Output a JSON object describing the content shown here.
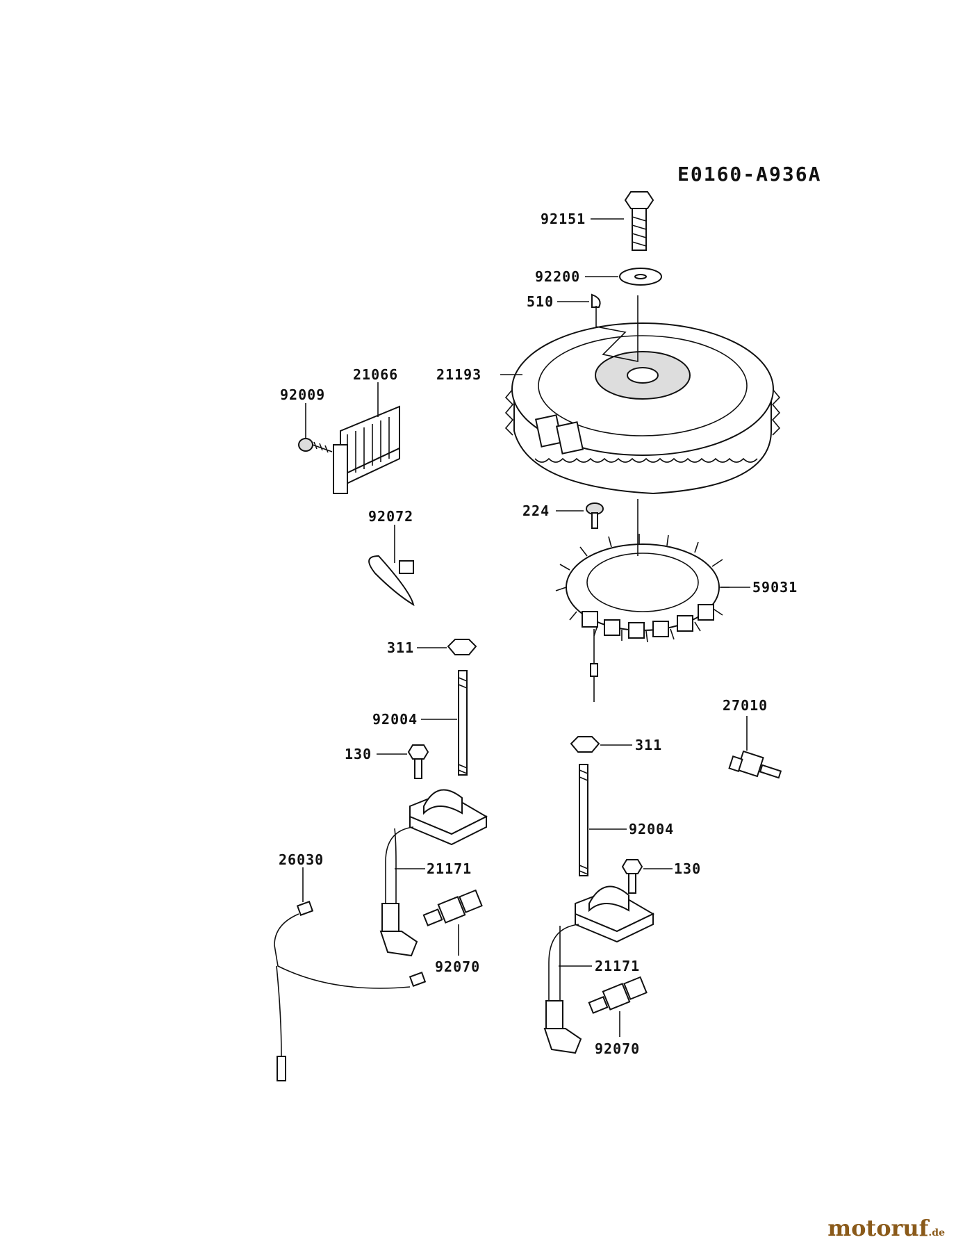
{
  "diagram": {
    "code": "E0160-A936A",
    "parts": [
      {
        "id": "p92151",
        "number": "92151"
      },
      {
        "id": "p92200",
        "number": "92200"
      },
      {
        "id": "p510",
        "number": "510"
      },
      {
        "id": "p21193",
        "number": "21193"
      },
      {
        "id": "p21066",
        "number": "21066"
      },
      {
        "id": "p92009",
        "number": "92009"
      },
      {
        "id": "p92072",
        "number": "92072"
      },
      {
        "id": "p224",
        "number": "224"
      },
      {
        "id": "p59031",
        "number": "59031"
      },
      {
        "id": "p311a",
        "number": "311"
      },
      {
        "id": "p92004a",
        "number": "92004"
      },
      {
        "id": "p130a",
        "number": "130"
      },
      {
        "id": "p27010",
        "number": "27010"
      },
      {
        "id": "p311b",
        "number": "311"
      },
      {
        "id": "p92004b",
        "number": "92004"
      },
      {
        "id": "p26030",
        "number": "26030"
      },
      {
        "id": "p21171a",
        "number": "21171"
      },
      {
        "id": "p130b",
        "number": "130"
      },
      {
        "id": "p92070a",
        "number": "92070"
      },
      {
        "id": "p21171b",
        "number": "21171"
      },
      {
        "id": "p92070b",
        "number": "92070"
      }
    ]
  },
  "watermark": {
    "brand": "motoruf",
    "suffix": ".de"
  }
}
